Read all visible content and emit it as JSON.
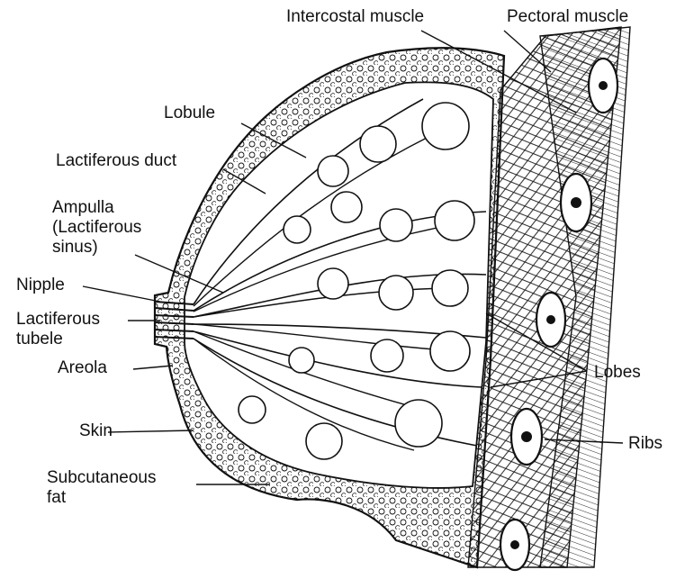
{
  "diagram": {
    "labels": {
      "intercostal_muscle": "Intercostal muscle",
      "pectoral_muscle": "Pectoral muscle",
      "lobule": "Lobule",
      "lactiferous_duct": "Lactiferous duct",
      "ampulla": "Ampulla\n(Lactiferous\nsinus)",
      "nipple": "Nipple",
      "lactiferous_tubele": "Lactiferous\ntubele",
      "areola": "Areola",
      "skin": "Skin",
      "subcutaneous_fat": "Subcutaneous\nfat",
      "lobes": "Lobes",
      "ribs": "Ribs"
    },
    "colors": {
      "ink": "#111111",
      "background": "#ffffff"
    }
  }
}
